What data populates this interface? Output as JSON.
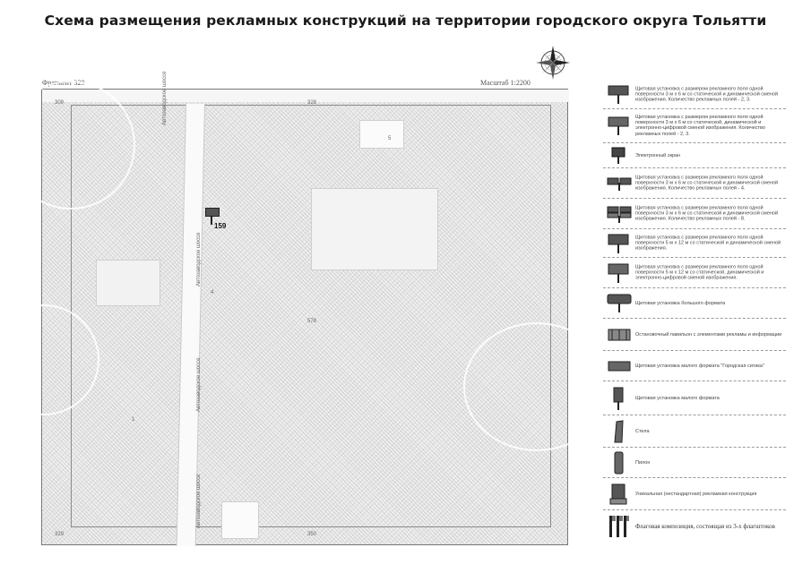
{
  "title": "Схема размещения рекламных конструкций на территории городского округа Тольятти",
  "fragment_label": "Фрагмент 329",
  "scale_label": "Масштаб 1:2200",
  "icons": {
    "compass": "compass-rose-icon"
  },
  "map": {
    "grid_labels": {
      "top_left": "309",
      "top_center": "328",
      "bottom_left": "329",
      "bottom_center": "350"
    },
    "lot_numbers": [
      "5",
      "578",
      "4",
      "1"
    ],
    "street_labels": [
      "Автозаводское шоссе",
      "Автозаводское шоссе",
      "Автозаводское шоссе",
      "Автозаводское шоссе"
    ],
    "sign": {
      "number": "159",
      "color": "#555555"
    }
  },
  "legend": [
    {
      "text": "Щитовая установка с размером рекламного поля одной поверхности 3 м х 6 м со статической и динамической сменой изображения. Количество рекламных полей - 2, 3.",
      "icon": "billboard-icon"
    },
    {
      "text": "Щитовая установка с размером рекламного поля одной поверхности 3 м х 6 м со статической, динамической и электронно-цифровой сменой изображения. Количество рекламных полей - 2, 3.",
      "icon": "billboard-digital-icon"
    },
    {
      "text": "Электронный экран",
      "icon": "electronic-screen-icon"
    },
    {
      "text": "Щитовая установка с размером рекламного поля одной поверхности 3 м х 6 м со статической и динамической сменой изображения. Количество рекламных полей - 4.",
      "icon": "billboard-4-icon"
    },
    {
      "text": "Щитовая установка с размером рекламного поля одной поверхности 3 м х 6 м со статической и динамической сменой изображения. Количество рекламных полей - 8.",
      "icon": "billboard-8-icon"
    },
    {
      "text": "Щитовая установка с размером рекламного поля одной поверхности 5 м х 12 м со статической и динамической сменой изображения.",
      "icon": "billboard-large-icon"
    },
    {
      "text": "Щитовая установка с размером рекламного поля одной поверхности 5 м х 12 м со статической, динамической и электронно-цифровой сменой изображения.",
      "icon": "billboard-large-digital-icon"
    },
    {
      "text": "Щитовая установка большого формата",
      "icon": "billboard-big-format-icon"
    },
    {
      "text": "Остановочный павильон с элементами рекламы и информации",
      "icon": "bus-stop-icon"
    },
    {
      "text": "Щитовая установка малого формата \"Городская ситика\"",
      "icon": "city-board-icon"
    },
    {
      "text": "Щитовая установка малого формата",
      "icon": "small-billboard-icon"
    },
    {
      "text": "Стела",
      "icon": "stele-icon"
    },
    {
      "text": "Пилон",
      "icon": "pylon-icon"
    },
    {
      "text": "Уникальная (нестандартная) рекламная конструкция",
      "icon": "unique-construction-icon"
    },
    {
      "text": "Флаговая композиция, состоящая из 3-х флагштоков",
      "icon": "flag-composition-icon"
    }
  ]
}
